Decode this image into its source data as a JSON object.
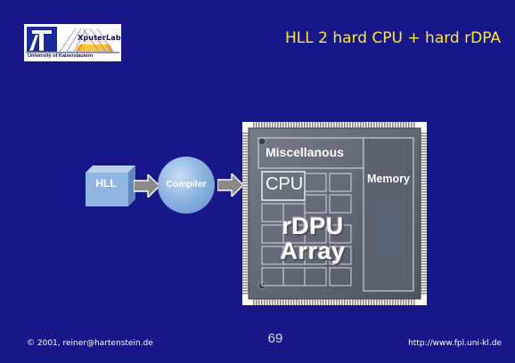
{
  "logo": {
    "lab_text": "XputerLab",
    "university_text": "University of Kaiserslautern"
  },
  "title": "HLL 2 hard CPU + hard rDPA",
  "diagram": {
    "hll_label": "HLL",
    "compiler_label": "Compiler",
    "chip": {
      "miscellaneous_label": "Miscellanous",
      "memory_label": "Memory",
      "cpu_label": "CPU",
      "array_label_line1": "rDPU",
      "array_label_line2": "Array"
    }
  },
  "footer": {
    "copyright_symbol": "©",
    "copyright_text": "2001, reiner@hartenstein.de",
    "page_number": "69",
    "url": "http://www.fpl.uni-kl.de"
  },
  "colors": {
    "background": "#17178a",
    "title": "#ffe830",
    "box": "#8fb6e0"
  }
}
